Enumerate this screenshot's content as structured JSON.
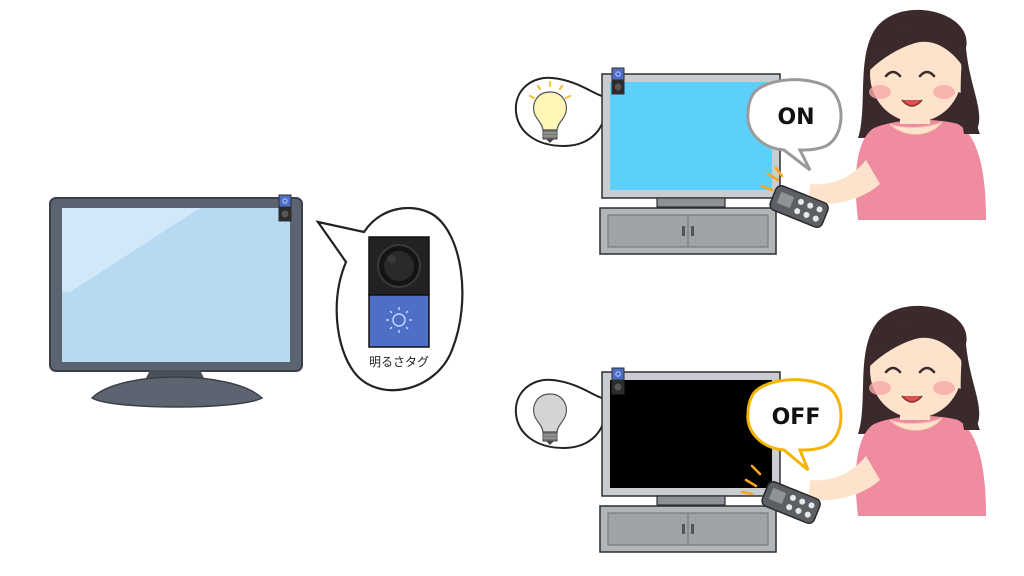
{
  "tag_label": "明るさタグ",
  "scene_on": {
    "speech": "ON",
    "light_state": "on"
  },
  "scene_off": {
    "speech": "OFF",
    "light_state": "off"
  },
  "colors": {
    "screen_on": "#5ccffb",
    "screen_off": "#000000",
    "screen_left": "#b8d9f2",
    "monitor_frame": "#5d6471",
    "tv_frame": "#c9cdd2",
    "stand": "#a0a3a6",
    "tag_blue": "#4d6fc6",
    "tag_black": "#222222",
    "skin": "#fde3cc",
    "hair": "#3b2a2c",
    "shirt": "#f08ca0",
    "bulb_on": "#fff7b8",
    "bulb_off": "#d4d4d4",
    "rays_on": "#f6c33e",
    "rays_remote": "#f5a623",
    "off_bubble_border": "#f4b400"
  },
  "icons": [
    "brightness-tag-icon",
    "light-bulb-icon",
    "remote-control-icon",
    "sun-icon"
  ]
}
